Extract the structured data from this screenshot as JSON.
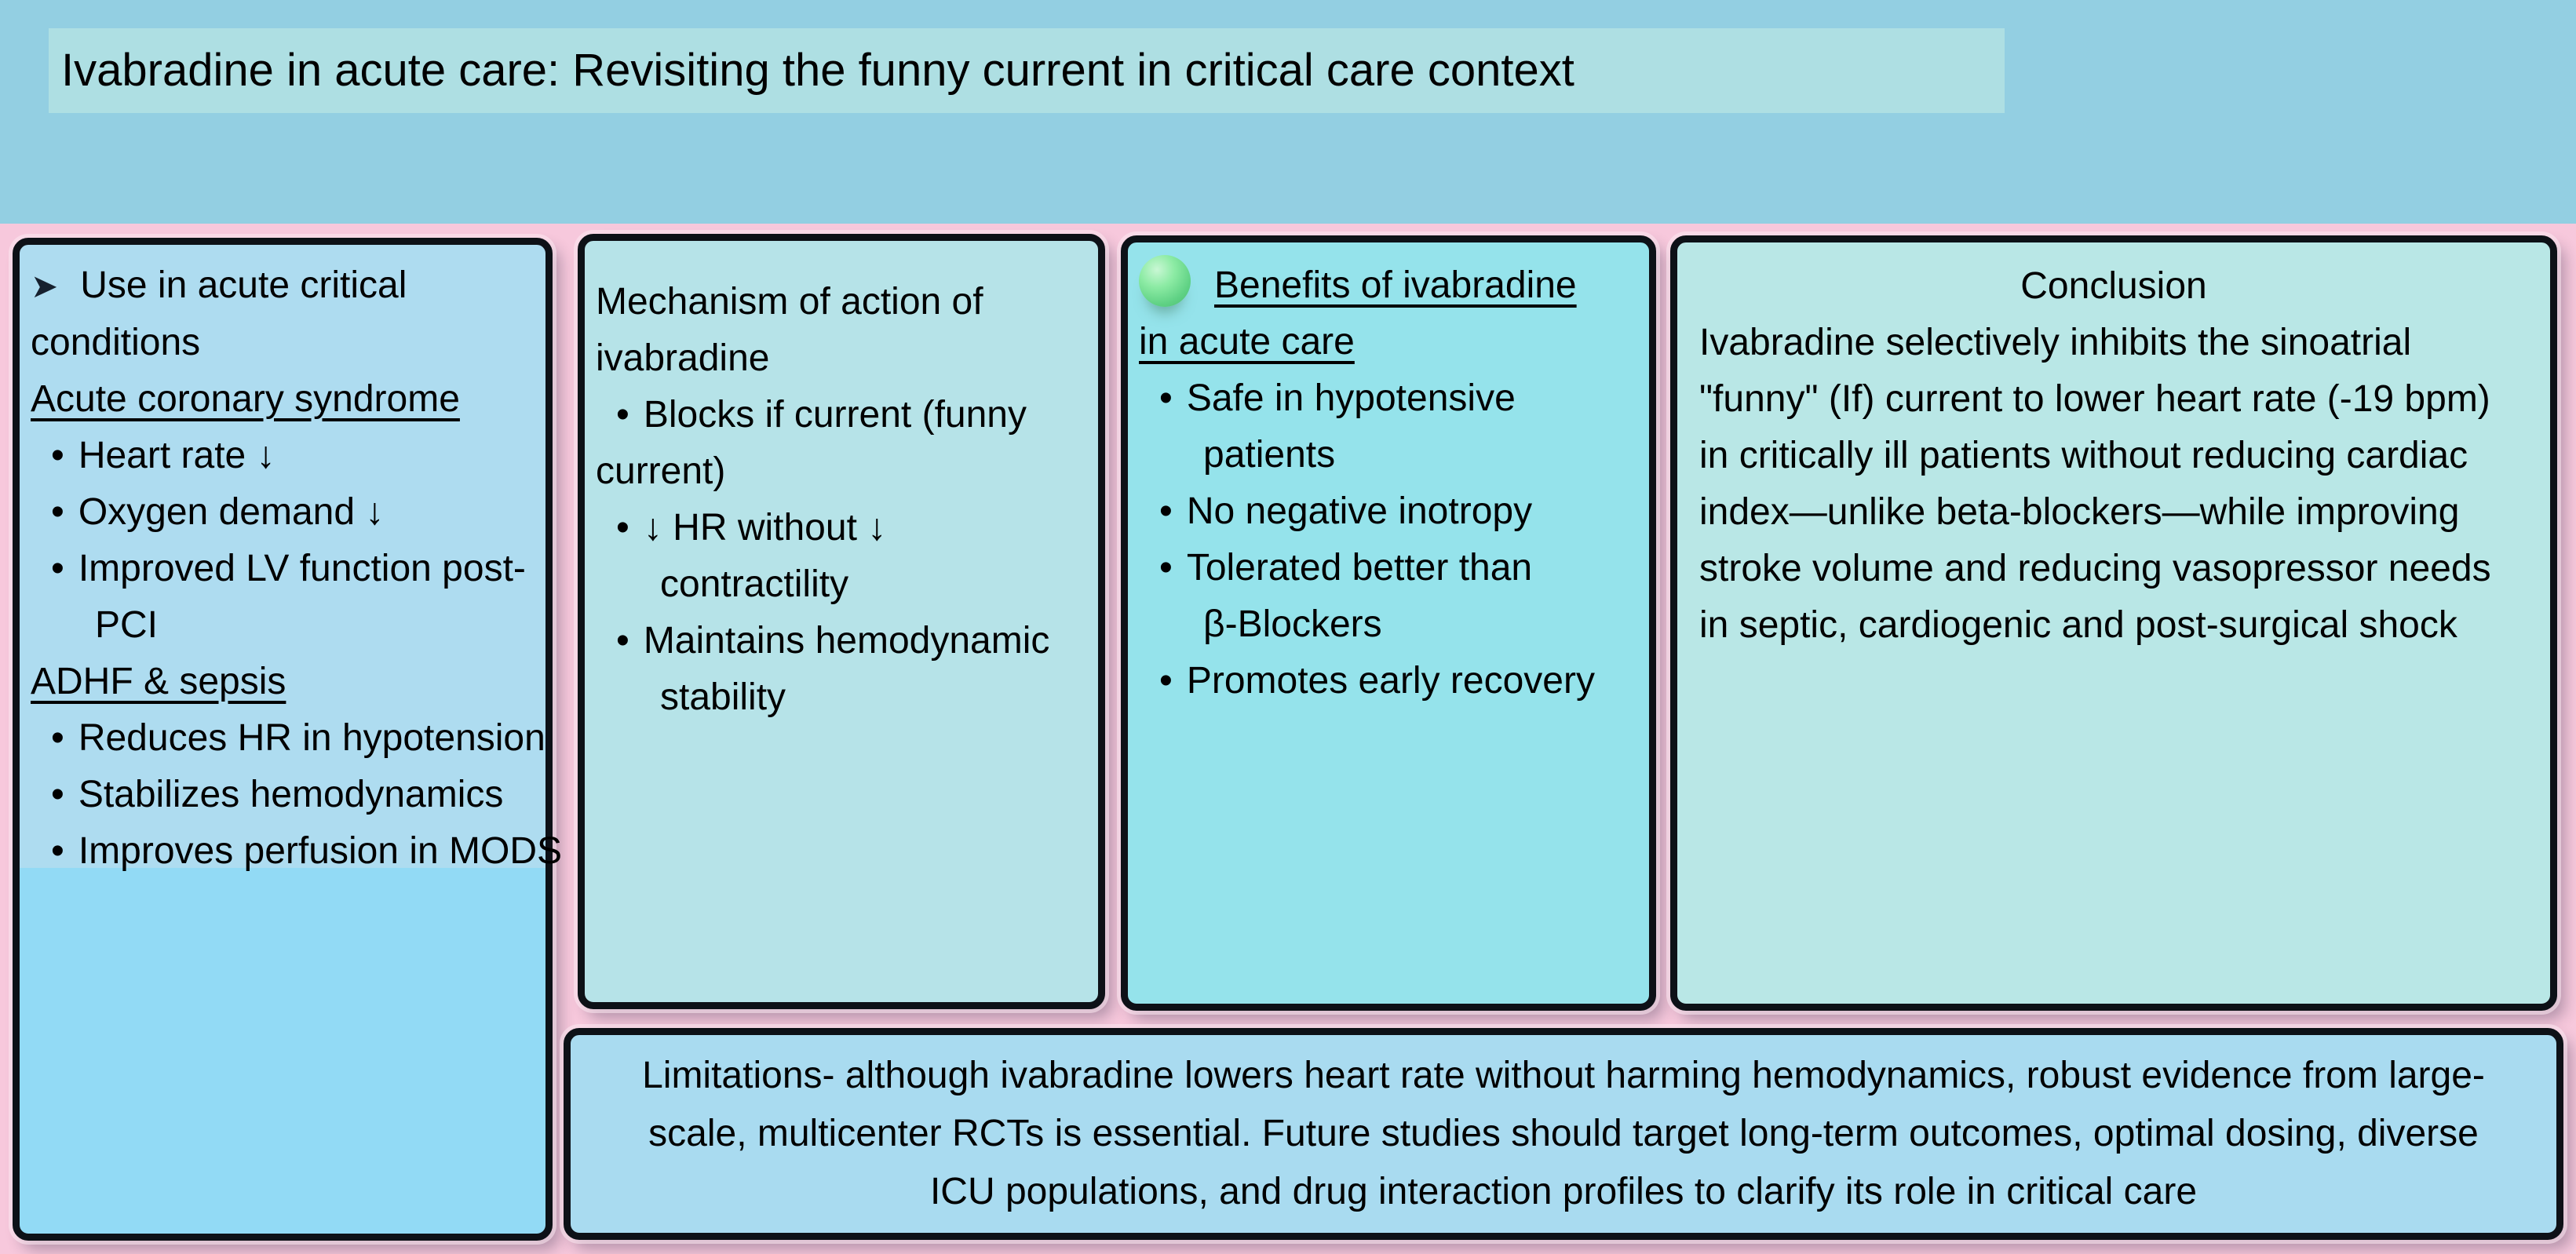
{
  "colors": {
    "header-bg": "#93cfe2",
    "title-strip-bg": "#aedfe3",
    "board-bg": "#f7c8dc",
    "panel-border": "#0d1117",
    "panel1-top-bg": "#aedcf0",
    "panel1-bottom-bg": "#92daf5",
    "panel2-bg": "#b6e3e8",
    "panel3-bg": "#95e3eb",
    "panel4-bg": "#b9e7e6",
    "limitations-bg": "#a9dbf0",
    "text": "#000000",
    "sphere-green": "#7de29b"
  },
  "icons": {
    "arrow_bullet": "➤",
    "bullet": "•",
    "green_sphere": "green-sphere"
  },
  "header": {
    "title": "Ivabradine in acute care: Revisiting the funny current in critical care context"
  },
  "panels": {
    "acute": {
      "lines": [
        {
          "text": "Use in acute critical",
          "prefix": "arrow"
        },
        {
          "text": "conditions"
        },
        {
          "text": "Acute coronary syndrome",
          "underline": true
        },
        {
          "text": "Heart rate ↓",
          "bullet": true
        },
        {
          "text": "Oxygen demand ↓",
          "bullet": true
        },
        {
          "text": "Improved LV function post-",
          "bullet": true
        },
        {
          "text": "PCI",
          "indent": 2
        },
        {
          "text": "ADHF & sepsis",
          "underline": true
        },
        {
          "text": "Reduces HR in hypotension",
          "bullet": true
        },
        {
          "text": "Stabilizes hemodynamics",
          "bullet": true
        },
        {
          "text": "Improves perfusion in MODS",
          "bullet": true
        }
      ]
    },
    "mechanism": {
      "lines": [
        {
          "text": "Mechanism of action of"
        },
        {
          "text": "ivabradine"
        },
        {
          "text": "Blocks if current (funny",
          "bullet": true
        },
        {
          "text": "current)"
        },
        {
          "text": "↓ HR without ↓",
          "bullet": true
        },
        {
          "text": "contractility",
          "indent": 2
        },
        {
          "text": "Maintains hemodynamic",
          "bullet": true
        },
        {
          "text": "stability",
          "indent": 2
        }
      ]
    },
    "benefits": {
      "lines": [
        {
          "text": "Benefits of ivabradine",
          "underline": true,
          "prefix": "sphere"
        },
        {
          "text": "in acute care",
          "underline": true
        },
        {
          "text": "Safe in hypotensive",
          "bullet": true
        },
        {
          "text": "patients",
          "indent": 2
        },
        {
          "text": "No negative inotropy",
          "bullet": true
        },
        {
          "text": "Tolerated better than",
          "bullet": true
        },
        {
          "text": "β-Blockers",
          "indent": 2
        },
        {
          "text": "Promotes early recovery",
          "bullet": true
        }
      ]
    },
    "conclusion": {
      "heading": "Conclusion",
      "body": "Ivabradine selectively inhibits the sinoatrial \"funny\" (If) current to lower heart rate (-19 bpm) in critically ill patients without reducing cardiac index—unlike beta-blockers—while improving stroke volume and reducing vasopressor needs in septic, cardiogenic and post-surgical shock"
    }
  },
  "limitations": {
    "text": "Limitations- although ivabradine lowers heart rate without harming hemodynamics, robust evidence from large-scale, multicenter RCTs is essential. Future studies should target long-term outcomes, optimal dosing, diverse ICU populations, and drug interaction profiles to clarify its role in critical care"
  }
}
